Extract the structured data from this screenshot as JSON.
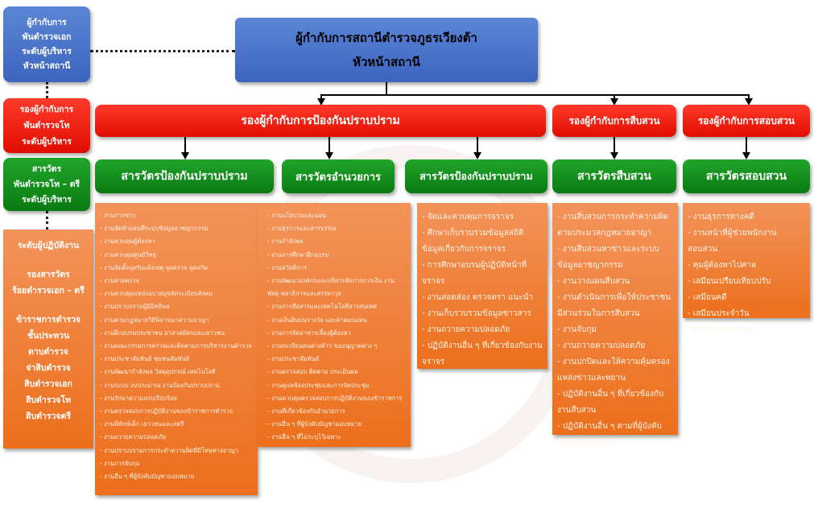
{
  "top": {
    "line1": "ผู้กำกับการสถานีตำรวจภูธรเวียงต้า",
    "line2": "หัวหน้าสถานี"
  },
  "legend": {
    "blue": [
      "ผู้กำกับการ",
      "พันตำรวจเอก",
      "ระดับผู้บริหาร",
      "หัวหน้าสถานี"
    ],
    "red": [
      "รองผู้กำกับการ",
      "พันตำรวจโท",
      "ระดับผู้บริหาร"
    ],
    "green": [
      "สารวัตร",
      "พันตำรวจโท – ตรี",
      "ระดับผู้บริหาร"
    ],
    "orange": [
      "ระดับผู้ปฏิบัติงาน",
      "",
      "รองสารวัตร",
      "ร้อยตำรวจเอก – ตรี",
      "",
      "ข้าราชการตำรวจ",
      "ชั้นประทวน",
      "ดาบตำรวจ",
      "จ่าสิบตำรวจ",
      "สิบตำรวจเอก",
      "สิบตำรวจโท",
      "สิบตำรวจตรี"
    ]
  },
  "deputies": [
    "รองผู้กำกับการป้องกันปราบปราม",
    "รองผู้กำกับการสืบสวน",
    "รองผู้กำกับการสอบสวน"
  ],
  "inspectors": [
    "สารวัตรป้องกันปราบปราม",
    "สารวัตรอำนวยการ",
    "สารวัตรป้องกันปราบปราม",
    "สารวัตรสืบสวน",
    "สารวัตรสอบสวน"
  ],
  "duties": [
    [
      "- งานการข่าว",
      "- งานจัดทำแผนที่ระบบข้อมูลอาชญากรรม",
      "- งานควบคุมผู้ต้องหา",
      "- งานควบคุมศูนย์วิทยุ",
      "- งานจัดตั้งจุดรับแจ้งเหตุ จุดตรวจ จุดสกัด",
      "- งานสายตรวจ",
      "- งานควบคุมแหล่งอบายมุขจัดระเบียบสังคม",
      "- งานปราบปรามผู้มีอิทธิพล",
      "- งานตามกฎหมายวิธีพิจารณาความอาญา",
      "- งานฝึกอบรมประชาชน อาสาสมัครและเยาวชน",
      "- งานคณะกรรมการตรวจและติดตามการบริหารงานตำรวจ",
      "- งานประชาสัมพันธ์ ชุมชนสัมพันธ์",
      "- งานพัฒนากำลังพล วัสดุอุปกรณ์ เทคโนโลยี",
      "- งานระบบ งบประมาณ งานป้องกันปราบปราม",
      "- งานรักษาความสงบเรียบร้อย",
      "- งานตรวจสอบการปฏิบัติงานของข้าราชการตำรวจ",
      "- งานพิทักษ์เด็ก เยาวชนและสตรี",
      "- งานถวายความปลอดภัย",
      "- งานปราบปรามการกระทำความผิดที่มีโทษทางอาญา",
      "- งานการจับกุม",
      "- งานอื่น ๆ ที่ผู้บังคับบัญชามอบหมาย"
    ],
    [
      "- งานนโยบายและแผน",
      "- งานธุรการและสารบรรณ",
      "- งานกำลังพล",
      "- งานการศึกษาฝึกอบรม",
      "- งานสวัสดิการ",
      "- งานพัฒนาองค์กรและบริหารจัดการการเงิน งานพัสดุ พลาธิการและสรรพาวุธ",
      "- งานการสื่อสารและเทคโนโลยีสารสนเทศ",
      "- งานเงินสินบนรางวัล และค่าตอบแทน",
      "- งานการจัดอาหารเลี้ยงผู้ต้องหา",
      "- งานทะเบียนคนต่างด้าว ขออนุญาตต่าง ๆ",
      "- งานประชาสัมพันธ์",
      "- งานตรวจสอบ ติดตาม ประเมินผล",
      "- งานดูแลห้องประชุมและการจัดประชุม",
      "- งานควบคุมตรวจสอบการปฏิบัติงานของข้าราชการ",
      "- งานที่เกี่ยวข้องกับอำนวยการ",
      "- งานอื่น ๆ ที่ผู้บังคับบัญชามอบหมาย",
      "- งานอื่น ๆ ที่ไม่ระบุไว้เฉพาะ"
    ],
    [
      "- จัดและควบคุมการจราจร",
      "- ศึกษาเก็บรวบรวมข้อมูลสถิติข้อมูลเกี่ยวกับการจราจร",
      "- การศึกษาอบรมผู้ปฏิบัติหน้าที่จราจร",
      "- งานสอดส่อง ตรวจตรา แนะนำ",
      "- งานเก็บรวบรวมข้อมูลข่าวสาร",
      "- งานถวายความปลอดภัย",
      "- ปฏิบัติงานอื่น ๆ ที่เกี่ยวข้องกับงานจราจร"
    ],
    [
      "- งานสืบสวนการกระทำความผิดตามประมวลกฎหมายอาญา",
      "- งานสืบสวนหาข่าวและระบบข้อมูลอาชญากรรม",
      "- งานวางแผนสืบสวน",
      "- งานดำเนินการเพื่อให้ประชาชนมีส่วนร่วมในการสืบสวน",
      "- งานจับกุม",
      "- งานถวายความปลอดภัย",
      "- งานปกปิดและให้ความคุ้มครองแหล่งข่าวและพยาน",
      "- ปฏิบัติงานอื่น ๆ ที่เกี่ยวข้องกับงานสืบสวน",
      "- ปฏิบัติงานอื่น ๆ ตามที่ผู้บังคับบัญชามอบหมาย"
    ],
    [
      "- งานธุรการทางคดี",
      "- งานหน้าที่ผู้ช่วยพนักงานสอบสวน",
      "- คุมผู้ต้องหาไปศาล",
      "- เสมียนเปรียบเทียบปรับ",
      "- เสมียนคดี",
      "- เสมียนประจำวัน",
      "- พนักงานสอบสวน"
    ]
  ]
}
